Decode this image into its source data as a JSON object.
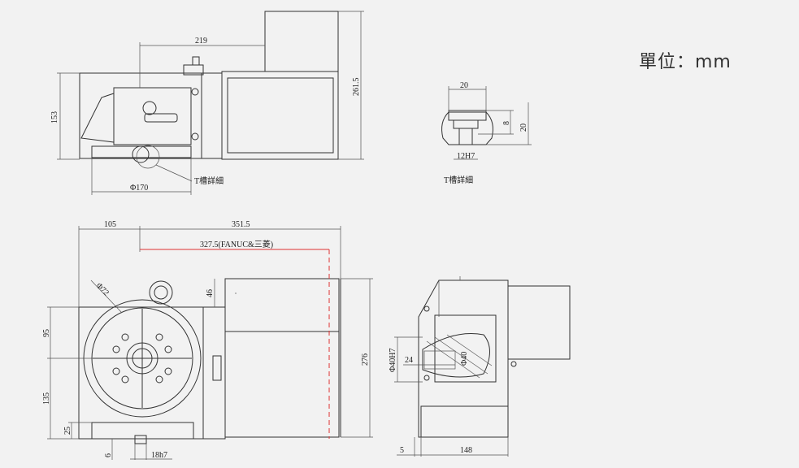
{
  "unit_label": "單位：mm",
  "dims": {
    "top_width": "219",
    "top_height_left": "153",
    "top_height_right": "261.5",
    "bottom_dia": "Φ170",
    "t_slot_callout": "T槽詳細",
    "slot_w": "20",
    "slot_d1": "8",
    "slot_d2": "20",
    "slot_fit": "12H7",
    "slot_title": "T槽詳細",
    "front_left": "105",
    "front_total": "351.5",
    "front_red": "327.5(FANUC&三菱)",
    "front_dia": "Φ72",
    "front_46": "46",
    "front_95": "95",
    "front_135": "135",
    "front_25": "25",
    "front_6": "6",
    "front_18h7": "18h7",
    "front_276": "276",
    "side_40h7": "Φ40H7",
    "side_24": "24",
    "side_40": "Φ40",
    "side_5": "5",
    "side_148": "148"
  },
  "colors": {
    "line": "#333333",
    "accent_red": "#dd3333",
    "background": "#f2f2f2"
  }
}
